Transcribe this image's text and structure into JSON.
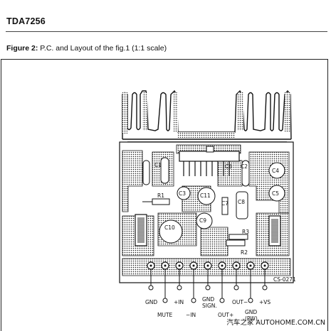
{
  "header": {
    "doc_title": "TDA7256",
    "figure_label": "Figure 2:",
    "figure_caption": "P.C. and Layout of the fig.1 (1:1 scale)"
  },
  "board": {
    "drawing_code": "CS-0271",
    "components": [
      "C1",
      "C2",
      "C3",
      "C4",
      "C5",
      "C6",
      "C7",
      "C8",
      "C9",
      "C10",
      "C11",
      "R1",
      "R2",
      "R3"
    ],
    "pins": [
      "GND",
      "MUTE",
      "+IN",
      "−IN",
      "GND SIGN.",
      "OUT+",
      "OUT−",
      "GND (PW)",
      "+VS"
    ]
  },
  "footer": {
    "watermark": "汽车之家  AUTOHOME.COM.CN"
  }
}
